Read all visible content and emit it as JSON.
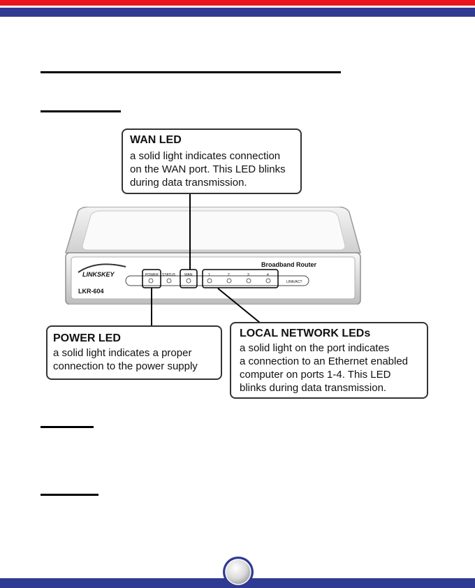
{
  "router": {
    "brand": "LINKSKEY",
    "model": "LKR-604",
    "product": "Broadband Router",
    "leds": {
      "power": "POWER",
      "status": "STATUS",
      "wan": "WAN",
      "port1": "1",
      "port2": "2",
      "port3": "3",
      "port4": "4",
      "link_act": "LINK/ACT"
    }
  },
  "callouts": {
    "wan": {
      "title": "WAN LED",
      "lines": [
        "a solid light indicates connection",
        "on the WAN port. This LED blinks",
        "during data transmission."
      ]
    },
    "power": {
      "title": "POWER LED",
      "lines": [
        "a solid light indicates a proper",
        "connection to the power supply"
      ]
    },
    "lan": {
      "title": "LOCAL NETWORK LEDs",
      "lines": [
        "a solid light on the port indicates",
        "a connection to an Ethernet enabled",
        "computer on ports 1-4. This LED",
        "blinks during data transmission."
      ]
    }
  },
  "colors": {
    "band_red": "#e8161c",
    "band_blue": "#2f3a92"
  }
}
